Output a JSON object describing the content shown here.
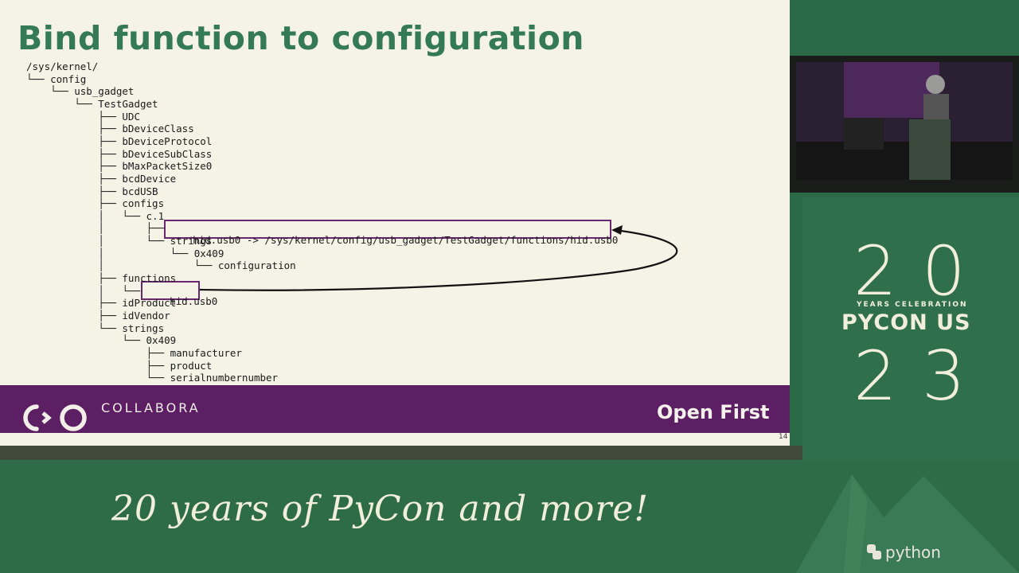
{
  "slide": {
    "title": "Bind function to configuration",
    "tree": [
      "/sys/kernel/",
      "└── config",
      "    └── usb_gadget",
      "        └── TestGadget",
      "            ├── UDC",
      "            ├── bDeviceClass",
      "            ├── bDeviceProtocol",
      "            ├── bDeviceSubClass",
      "            ├── bMaxPacketSize0",
      "            ├── bcdDevice",
      "            ├── bcdUSB",
      "            ├── configs",
      "            │   └── c.1",
      "            │       ├──",
      "            │       └── strings",
      "            │           └── 0x409",
      "            │               └── configuration",
      "            ├── functions",
      "            │   └──",
      "            ├── idProduct",
      "            ├── idVendor",
      "            └── strings",
      "                └── 0x409",
      "                    ├── manufacturer",
      "                    ├── product",
      "                    └── serialnumbernumber"
    ],
    "highlight_symlink": "hid.usb0 -> /sys/kernel/config/usb_gadget/TestGadget/functions/hid.usb0",
    "highlight_function": "hid.usb0",
    "page_number": "14",
    "footer": {
      "brand": "COLLABORA",
      "slogan": "Open First"
    },
    "colors": {
      "title": "#347a54",
      "footer_bar": "#5c1f64",
      "highlight_border": "#6a2670"
    }
  },
  "brand_panel": {
    "num_top_left": "2",
    "num_top_right": "0",
    "subtitle": "YEARS CELEBRATION",
    "event": "PYCON US",
    "num_bottom_left": "2",
    "num_bottom_right": "3"
  },
  "banner": {
    "tagline": "20 years of PyCon and more!",
    "python_logo": "python"
  }
}
